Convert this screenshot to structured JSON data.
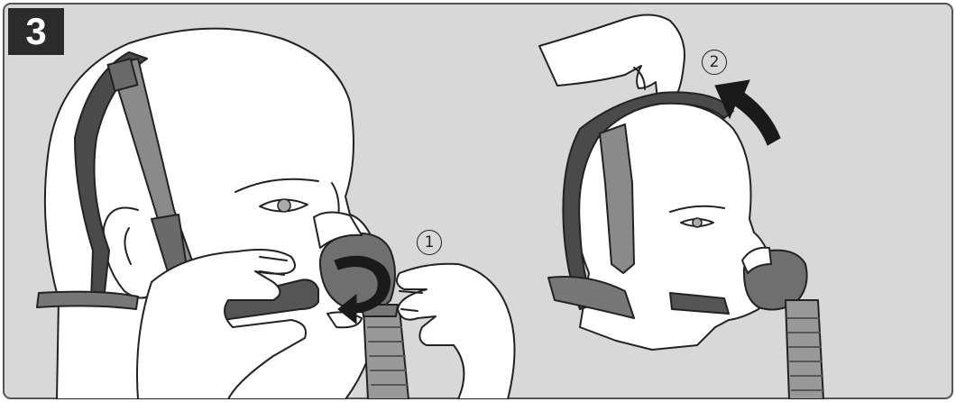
{
  "step": {
    "number": "3"
  },
  "callouts": [
    {
      "label": "1",
      "glyph": "①"
    },
    {
      "label": "2",
      "glyph": "②"
    }
  ],
  "colors": {
    "panel_background": "#d8d8d8",
    "panel_border": "#555555",
    "skin": "#ffffff",
    "outline": "#222222",
    "headgear_dark": "#4a4a4a",
    "headgear_strap": "#8a8a8a",
    "cushion": "#6f6f6f",
    "arrow": "#1a1a1a",
    "badge": "#2b2b2b"
  },
  "icons": {
    "rotate_arrow": "curved-rotate-arrow-icon",
    "lift_arrow": "curved-up-arrow-icon"
  }
}
